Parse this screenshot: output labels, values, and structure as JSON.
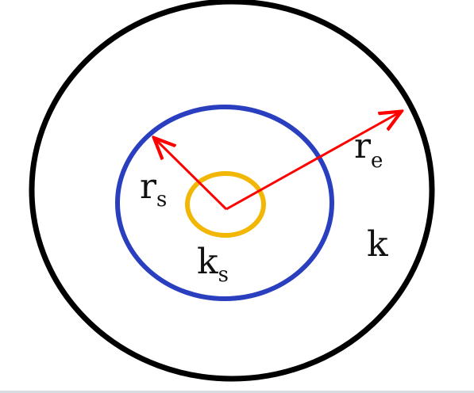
{
  "diagram": {
    "labels": {
      "r_s": {
        "main": "r",
        "sub": "s"
      },
      "r_e": {
        "main": "r",
        "sub": "e"
      },
      "k": {
        "main": "k"
      },
      "k_s": {
        "main": "k",
        "sub": "s"
      }
    },
    "colors": {
      "outer_circle": "#000000",
      "middle_circle": "#2a3fbf",
      "inner_circle": "#f2b705",
      "arrows": "#ff0000",
      "background": "#ffffff"
    }
  }
}
